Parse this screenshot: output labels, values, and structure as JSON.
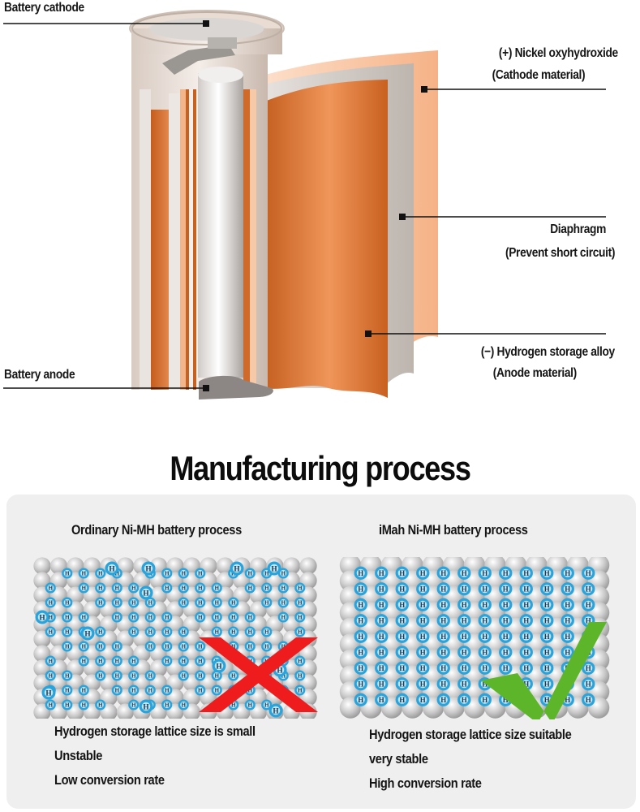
{
  "diagram": {
    "labels": {
      "battery_cathode": "Battery cathode",
      "battery_anode": "Battery anode",
      "nickel_line1": "(+) Nickel oxyhydroxide",
      "nickel_line2": "(Cathode material)",
      "diaphragm_line1": "Diaphragm",
      "diaphragm_line2": "(Prevent short circuit)",
      "hydrogen_line1": "(−) Hydrogen storage alloy",
      "hydrogen_line2": "(Anode material)"
    },
    "colors": {
      "copper_dark": "#c8601f",
      "copper_light": "#f0965a",
      "cathode_peach": "#f8c09a",
      "separator_gray": "#cfc9c4",
      "metal_silver": "#e8e6e4"
    }
  },
  "manufacturing": {
    "title": "Manufacturing process",
    "ordinary": {
      "heading": "Ordinary Ni-MH battery process",
      "verdict_icon": "red-cross",
      "points": [
        "Hydrogen storage lattice size is small",
        "Unstable",
        "Low conversion rate"
      ]
    },
    "imah": {
      "heading": "iMah Ni-MH battery process",
      "verdict_icon": "green-check",
      "points": [
        "Hydrogen storage lattice size suitable",
        "very stable",
        "High conversion rate"
      ]
    },
    "colors": {
      "panel_bg": "#efefef",
      "hydrogen_blue": "#29a3dc",
      "atom_gray": "#c9c9c9",
      "cross_red": "#ee1c1c",
      "check_green": "#5db52a"
    }
  }
}
